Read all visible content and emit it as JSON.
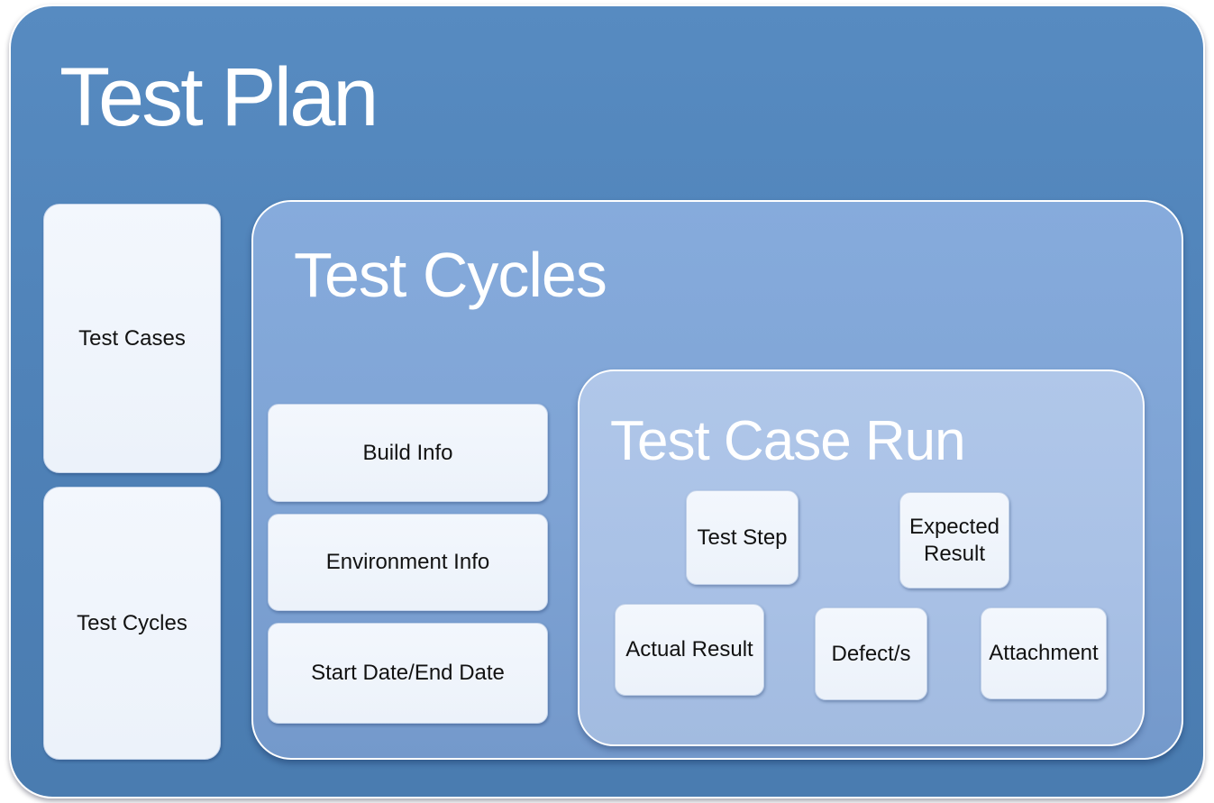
{
  "diagram": {
    "test_plan": {
      "title": "Test Plan",
      "children": {
        "test_cases_label": "Test Cases",
        "test_cycles_label": "Test Cycles"
      },
      "test_cycles": {
        "title": "Test Cycles",
        "items": [
          {
            "label": "Build Info"
          },
          {
            "label": "Environment Info"
          },
          {
            "label": "Start Date/End Date"
          }
        ],
        "test_case_run": {
          "title": "Test Case Run",
          "top_items": [
            {
              "label": "Test Step"
            },
            {
              "label": "Expected Result"
            }
          ],
          "bottom_items": [
            {
              "label": "Actual Result"
            },
            {
              "label": "Defect/s"
            },
            {
              "label": "Attachment"
            }
          ]
        }
      }
    }
  },
  "theme": {
    "test_plan_fill": "#4F81BD",
    "test_cycles_fill": "#7EA3D4",
    "test_case_run_fill": "#A9C1E6",
    "card_fill": "#EFF4FB",
    "card_border": "#C2D2E9",
    "outer_border": "#FFFFFF",
    "heading_text_color": "#FFFFFF",
    "card_text_color": "#121212"
  }
}
